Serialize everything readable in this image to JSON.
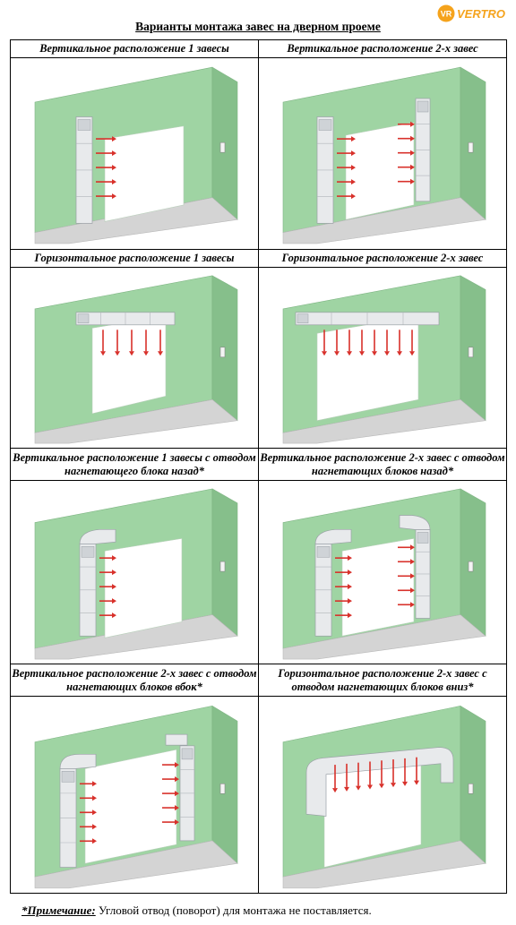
{
  "brand": {
    "logo_text": "VERTRO",
    "logo_mark": "VR"
  },
  "title": "Варианты монтажа завес на дверном проеме",
  "cells": [
    {
      "caption": "Вертикальное расположение 1 завесы",
      "variant": "v1"
    },
    {
      "caption": "Вертикальное расположение 2-х завес",
      "variant": "v2"
    },
    {
      "caption": "Горизонтальное расположение 1 завесы",
      "variant": "h1"
    },
    {
      "caption": "Горизонтальное расположение 2-х завес",
      "variant": "h2"
    },
    {
      "caption": "Вертикальное расположение 1 завесы с отводом нагнетающего блока назад*",
      "variant": "vb1"
    },
    {
      "caption": "Вертикальное расположение 2-х завес с отводом нагнетающих блоков назад*",
      "variant": "vb2"
    },
    {
      "caption": "Вертикальное расположение 2-х завес с отводом нагнетающих блоков вбок*",
      "variant": "vs2"
    },
    {
      "caption": "Горизонтальное расположение 2-х завес с отводом нагнетающих блоков вниз*",
      "variant": "hd2"
    }
  ],
  "note": {
    "label": "*Примечание:",
    "text": " Угловой отвод (поворот) для монтажа не поставляется."
  },
  "colors": {
    "wall": "#9fd4a3",
    "wall_dark": "#86bf8b",
    "floor": "#d4d4d4",
    "floor_edge": "#b8b8b8",
    "arrow": "#d8312b",
    "unit": "#e8eaec"
  }
}
